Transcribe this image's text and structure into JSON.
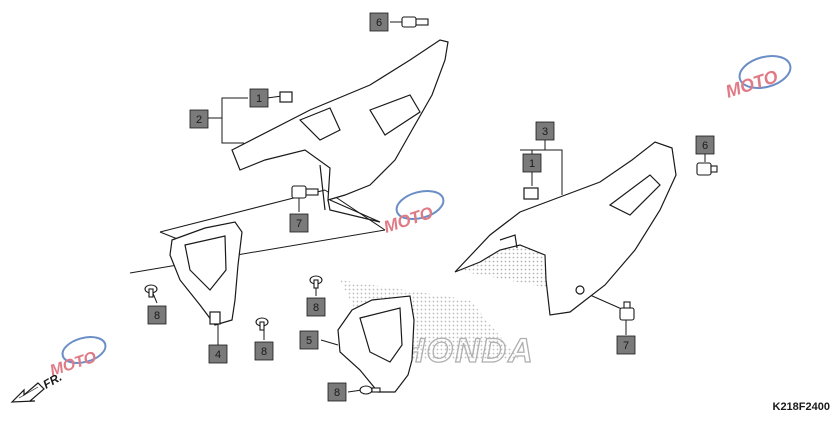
{
  "diagram": {
    "callout_labels": {
      "c1": "6",
      "c2": "1",
      "c3": "2",
      "c4": "7",
      "c5": "3",
      "c6": "1",
      "c7": "6",
      "c8": "8",
      "c9": "4",
      "c10": "8",
      "c11": "8",
      "c12": "5",
      "c13": "7",
      "c14": "8"
    },
    "front_indicator": "FR.",
    "diagram_code": "K218F2400",
    "watermark": {
      "text": "MOTO",
      "brand": "HONDA"
    },
    "colors": {
      "label_box": "#7a7a7a",
      "line": "#1a1a1a",
      "watermark_red": "#e07a86",
      "watermark_blue": "#6b8ec7",
      "brand_dots": "#a8a8a8"
    }
  }
}
